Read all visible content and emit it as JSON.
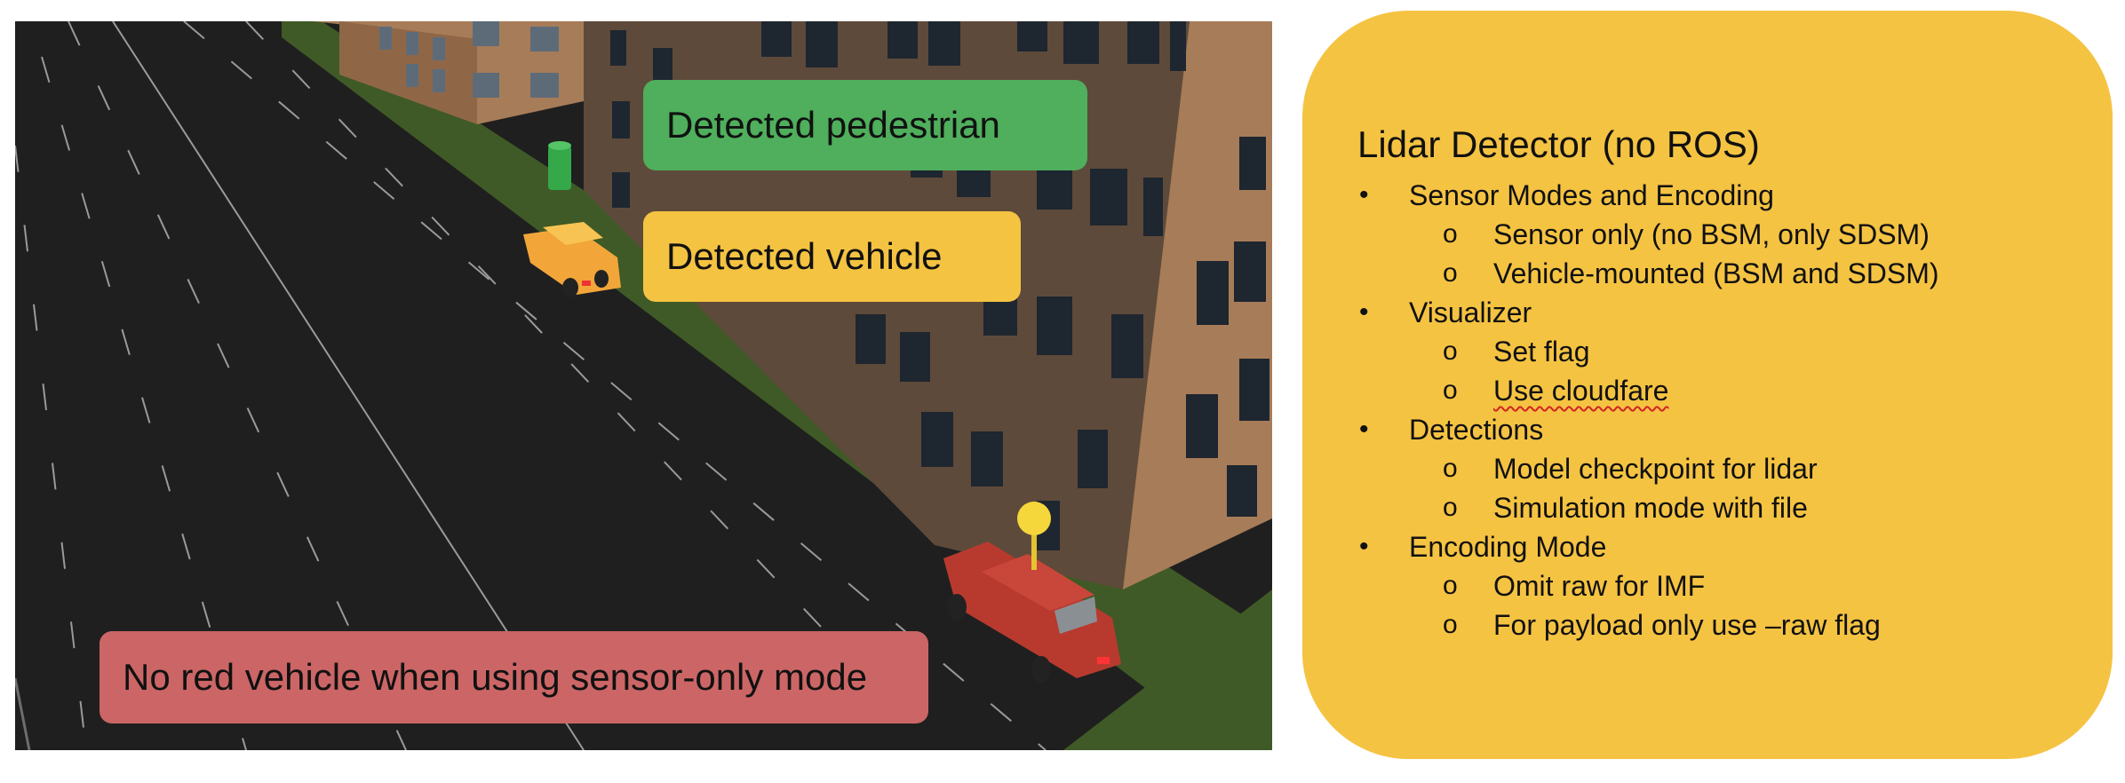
{
  "colors": {
    "panel": "#f5c342",
    "green_callout": "#4faf5c",
    "yellow_callout": "#f5c342",
    "red_callout": "#cc6666",
    "road": "#1f1f1f",
    "grass": "#3f5a26",
    "building": "#9a6e4d"
  },
  "scene": {
    "callouts": {
      "pedestrian": "Detected pedestrian",
      "vehicle": "Detected vehicle",
      "red_vehicle": "No red vehicle when using sensor-only mode"
    }
  },
  "panel": {
    "title": "Lidar Detector (no ROS)",
    "bullet_glyph": "•",
    "sub_bullet_glyph": "o",
    "sections": [
      {
        "label": "Sensor Modes and Encoding",
        "items": [
          "Sensor only (no BSM, only SDSM)",
          "Vehicle-mounted (BSM and SDSM)"
        ]
      },
      {
        "label": "Visualizer",
        "items": [
          "Set flag",
          "Use cloudfare"
        ]
      },
      {
        "label": "Detections",
        "items": [
          "Model checkpoint for lidar",
          "Simulation mode with file"
        ]
      },
      {
        "label": "Encoding Mode",
        "items": [
          "Omit raw for IMF",
          "For payload only use –raw flag"
        ]
      }
    ]
  }
}
